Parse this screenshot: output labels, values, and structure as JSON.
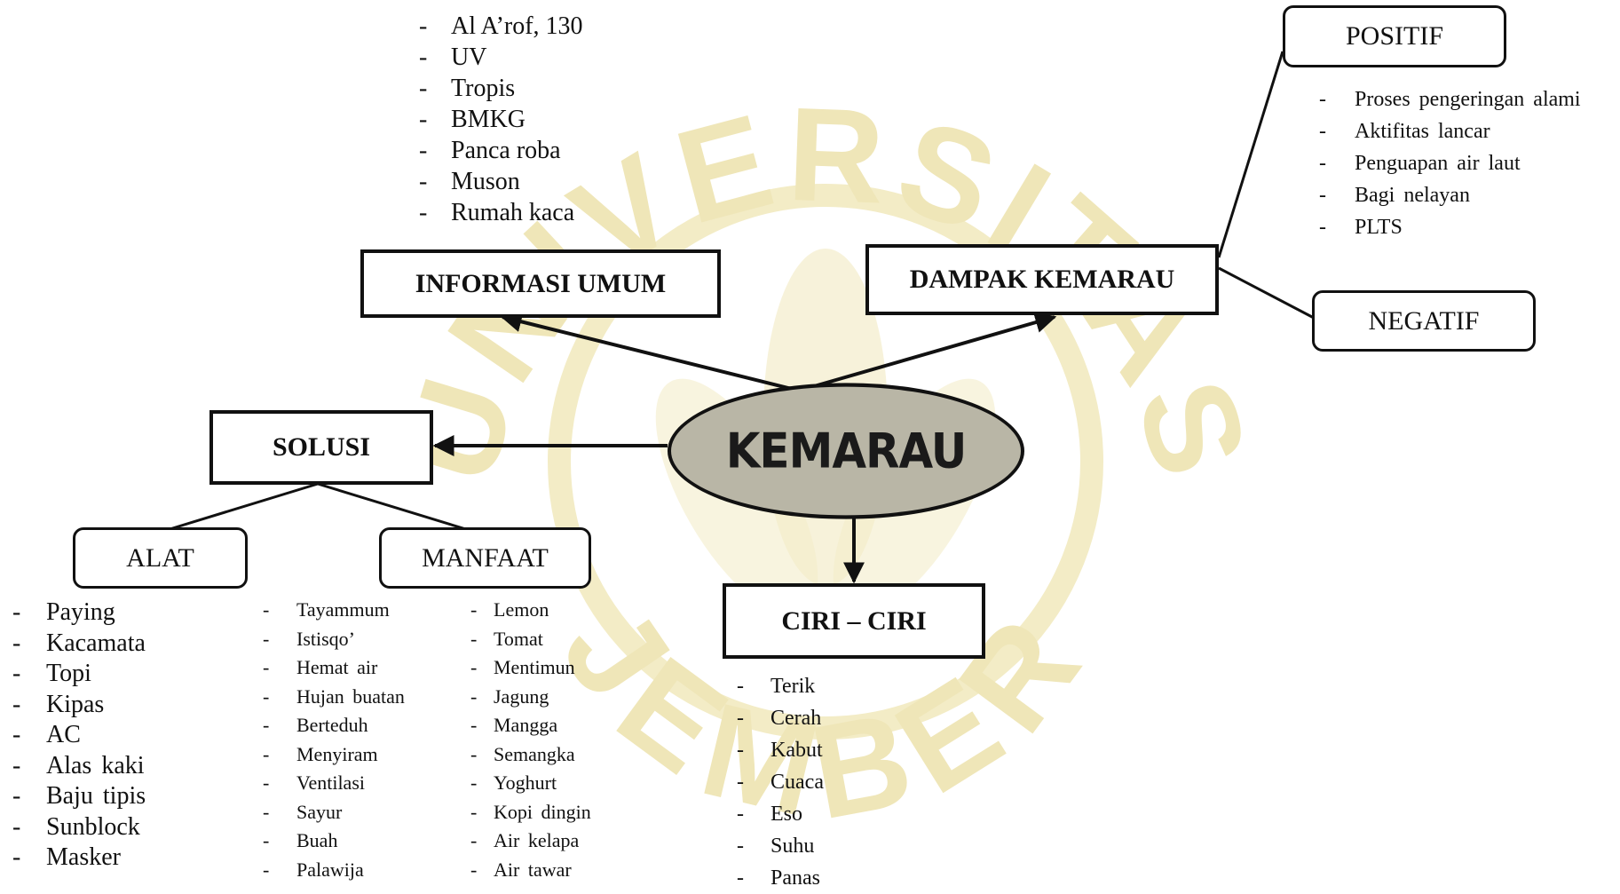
{
  "center": {
    "label": "KEMARAU"
  },
  "nodes": {
    "informasi_umum": "INFORMASI  UMUM",
    "dampak_kemarau": "DAMPAK  KEMARAU",
    "solusi": "SOLUSI",
    "ciri_ciri": "CIRI – CIRI",
    "positif": "POSITIF",
    "negatif": "NEGATIF",
    "alat": "ALAT",
    "manfaat": "MANFAAT"
  },
  "lists": {
    "informasi_umum": [
      "Al  A’rof, 130",
      "UV",
      "Tropis",
      "BMKG",
      "Panca roba",
      "Muson",
      "Rumah kaca"
    ],
    "positif": [
      "Proses  pengeringan  alami",
      "Aktifitas  lancar",
      "Penguapan  air  laut",
      "Bagi  nelayan",
      "PLTS"
    ],
    "alat": [
      "Paying",
      "Kacamata",
      "Topi",
      "Kipas",
      "AC",
      "Alas  kaki",
      "Baju  tipis",
      "Sunblock",
      "Masker"
    ],
    "manfaat_col1": [
      "Tayammum",
      "Istisqo’",
      "Hemat  air",
      "Hujan  buatan",
      "Berteduh",
      "Menyiram",
      "Ventilasi",
      "Sayur",
      "Buah",
      "Palawija"
    ],
    "manfaat_col2": [
      "Lemon",
      "Tomat",
      "Mentimun",
      "Jagung",
      "Mangga",
      "Semangka",
      "Yoghurt",
      "Kopi  dingin",
      "Air  kelapa",
      "Air  tawar"
    ],
    "ciri_ciri": [
      "Terik",
      "Cerah",
      "Kabut",
      "Cuaca",
      "Eso",
      "Suhu",
      "Panas"
    ]
  },
  "watermark": {
    "text": "UNIVERSITAS JEMBER",
    "color": "#efe6b8"
  }
}
